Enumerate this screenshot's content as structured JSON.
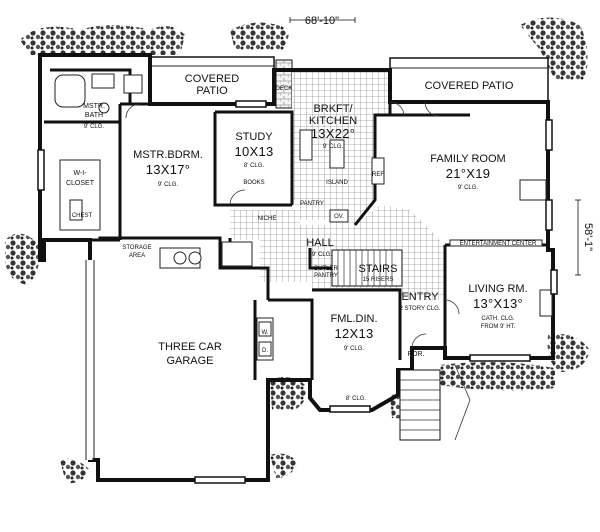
{
  "plan": {
    "dim_top": "68'-10\"",
    "dim_right": "58'-1\"",
    "covered_patio_left": "COVERED\nPATIO",
    "covered_patio_right": "COVERED PATIO",
    "deck": "DECK",
    "mstr_bath": {
      "name": "MSTR.\nBATH",
      "clg": "9' CLG."
    },
    "wi_closet": "W-I-\nCLOSET",
    "chest": "CHEST",
    "mstr_bdrm": {
      "name": "MSTR.BDRM.",
      "size": "13X17°",
      "clg": "9' CLG."
    },
    "study": {
      "name": "STUDY",
      "size": "10X13",
      "clg": "8' CLG.",
      "books": "BOOKS"
    },
    "kitchen": {
      "name": "BRKFT/\nKITCHEN",
      "size": "13X22°",
      "clg": "9' CLG.",
      "island": "ISLAND",
      "pantry": "PANTRY",
      "ov": "OV.",
      "ref": "REF"
    },
    "family": {
      "name": "FAMILY ROOM",
      "size": "21°X19",
      "clg": "9' CLG."
    },
    "entertainment": "ENTERTAINMENT CENTER",
    "storage": "STORAGE\nAREA",
    "niche": "NICHE",
    "hall": {
      "name": "HALL",
      "clg": "9' CLG."
    },
    "butler": "BUTLER\nPANTRY",
    "stairs": {
      "name": "STAIRS",
      "note": "15 RISERS"
    },
    "entry": {
      "name": "ENTRY",
      "clg": "2 STORY CLG."
    },
    "living": {
      "name": "LIVING RM.",
      "size": "13°X13°",
      "clg": "CATH. CLG.\nFROM 9' HT."
    },
    "garage": {
      "name": "THREE CAR\nGARAGE"
    },
    "fml_din": {
      "name": "FML.DIN.",
      "size": "12X13",
      "clg": "9' CLG.",
      "clg2": "8' CLG."
    },
    "por": "POR.",
    "w": "W.",
    "d": "D."
  }
}
